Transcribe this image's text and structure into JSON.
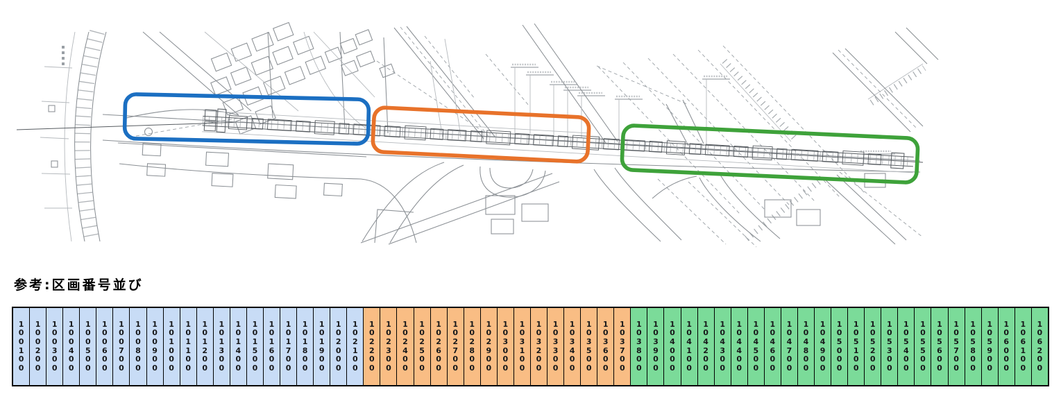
{
  "reference": {
    "label": "参考:区画番号並び"
  },
  "drawing": {
    "description": "road-improvement-site-plan",
    "highlights": [
      {
        "id": "section-1-blue",
        "color": "#1b6fc2"
      },
      {
        "id": "section-2-orange",
        "color": "#e8722a"
      },
      {
        "id": "section-3-green",
        "color": "#3ea23a"
      }
    ]
  },
  "table": {
    "sections": [
      {
        "id": "blue-section",
        "fill": "#c8dcf6",
        "numbers": [
          "100100",
          "100200",
          "100300",
          "100400",
          "100500",
          "100600",
          "100700",
          "100800",
          "100900",
          "101000",
          "101100",
          "101200",
          "101300",
          "101400",
          "101500",
          "101600",
          "101700",
          "101800",
          "101900",
          "102000",
          "102100"
        ]
      },
      {
        "id": "orange-section",
        "fill": "#f9bd84",
        "numbers": [
          "102200",
          "102300",
          "102400",
          "102500",
          "102600",
          "102700",
          "102800",
          "102900",
          "103000",
          "103100",
          "103200",
          "103300",
          "103400",
          "103500",
          "103600",
          "103700"
        ]
      },
      {
        "id": "green-section",
        "fill": "#7bdb99",
        "numbers": [
          "103800",
          "103900",
          "104000",
          "104100",
          "104200",
          "104300",
          "104400",
          "104500",
          "104600",
          "104700",
          "104800",
          "104900",
          "105000",
          "105100",
          "105200",
          "105300",
          "105400",
          "105500",
          "105600",
          "105700",
          "105800",
          "105900",
          "106000",
          "106100",
          "106200"
        ]
      }
    ]
  }
}
